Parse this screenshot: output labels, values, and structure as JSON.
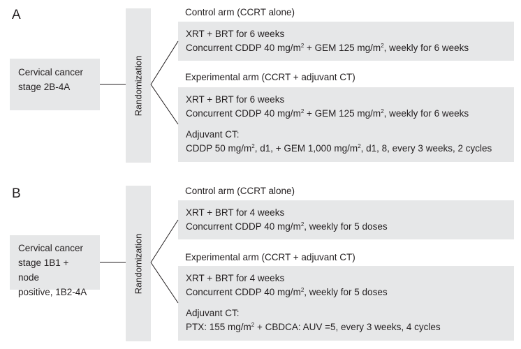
{
  "panels": [
    {
      "letter": "A",
      "condition": [
        "Cervical cancer",
        "stage 2B-4A"
      ],
      "randomization": "Randomization",
      "control": {
        "title": "Control arm (CCRT alone)",
        "lines": [
          {
            "parts": [
              {
                "t": "XRT + BRT for 6 weeks"
              }
            ]
          },
          {
            "parts": [
              {
                "t": "Concurrent CDDP 40 mg/m"
              },
              {
                "sup": "2"
              },
              {
                "t": " + GEM 125 mg/m"
              },
              {
                "sup": "2"
              },
              {
                "t": ", weekly for 6 weeks"
              }
            ]
          }
        ]
      },
      "experimental": {
        "title": "Experimental arm (CCRT + adjuvant CT)",
        "lines": [
          {
            "parts": [
              {
                "t": "XRT + BRT for 6 weeks"
              }
            ]
          },
          {
            "parts": [
              {
                "t": "Concurrent CDDP 40 mg/m"
              },
              {
                "sup": "2"
              },
              {
                "t": " + GEM 125 mg/m"
              },
              {
                "sup": "2"
              },
              {
                "t": ", weekly for 6 weeks"
              }
            ]
          },
          {
            "gap": true
          },
          {
            "parts": [
              {
                "t": "Adjuvant CT:"
              }
            ]
          },
          {
            "parts": [
              {
                "t": "CDDP 50 mg/m"
              },
              {
                "sup": "2"
              },
              {
                "t": ", d1, + GEM 1,000 mg/m"
              },
              {
                "sup": "2"
              },
              {
                "t": ", d1, 8, every 3 weeks, 2 cycles"
              }
            ]
          }
        ]
      }
    },
    {
      "letter": "B",
      "condition": [
        "Cervical cancer",
        "stage 1B1 + node",
        "positive, 1B2-4A"
      ],
      "randomization": "Randomization",
      "control": {
        "title": "Control arm (CCRT alone)",
        "lines": [
          {
            "parts": [
              {
                "t": "XRT + BRT for 4 weeks"
              }
            ]
          },
          {
            "parts": [
              {
                "t": "Concurrent CDDP 40 mg/m"
              },
              {
                "sup": "2"
              },
              {
                "t": ", weekly for 5 doses"
              }
            ]
          }
        ]
      },
      "experimental": {
        "title": "Experimental arm (CCRT + adjuvant CT)",
        "lines": [
          {
            "parts": [
              {
                "t": "XRT + BRT for 4 weeks"
              }
            ]
          },
          {
            "parts": [
              {
                "t": "Concurrent CDDP 40 mg/m"
              },
              {
                "sup": "2"
              },
              {
                "t": ", weekly for 5 doses"
              }
            ]
          },
          {
            "gap": true
          },
          {
            "parts": [
              {
                "t": "Adjuvant CT:"
              }
            ]
          },
          {
            "parts": [
              {
                "t": "PTX: 155 mg/m"
              },
              {
                "sup": "2"
              },
              {
                "t": " + CBDCA: AUV =5, every 3 weeks, 4 cycles"
              }
            ]
          }
        ]
      }
    }
  ]
}
